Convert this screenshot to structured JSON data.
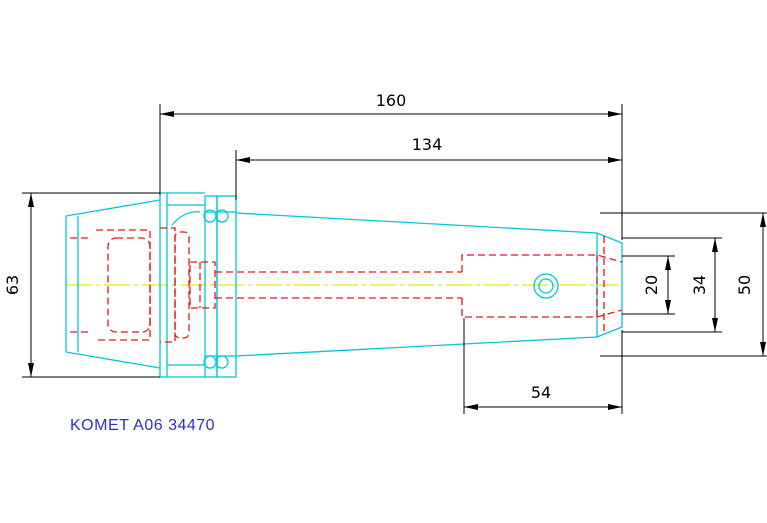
{
  "dimensions": {
    "overall_length": "160",
    "taper_length": "134",
    "flange_diameter": "63",
    "bore_depth": "54",
    "bore_diameter": "20",
    "nose_diameter": "34",
    "shank_diameter": "50"
  },
  "caption": "KOMET A06 34470",
  "colors": {
    "outline": "#00c8d8",
    "hidden_lines": "#e01818",
    "centerline": "#e8e800",
    "dimension_lines": "#000000",
    "caption_text": "#2d2dd8",
    "background": "#ffffff"
  }
}
